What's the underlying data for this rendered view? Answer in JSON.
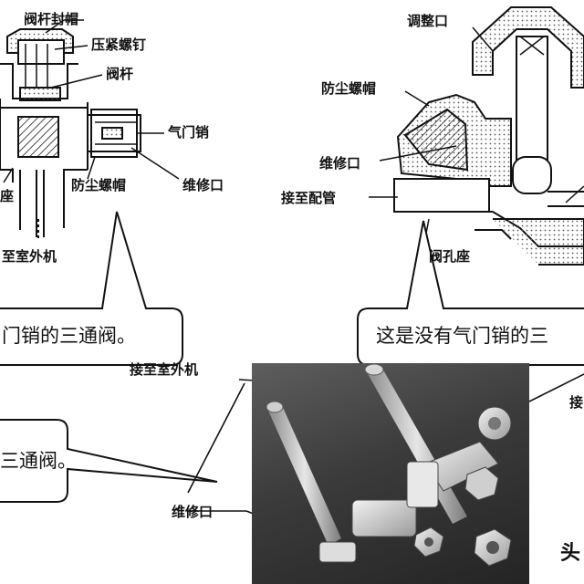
{
  "left_diagram": {
    "labels": {
      "valve_stem_cap": "阀杆封帽",
      "compression_screw": "压紧螺钉",
      "valve_stem": "阀杆",
      "valve_pin": "气门销",
      "dust_cap": "防尘螺帽",
      "service_port": "维修口",
      "seat": "座",
      "to_outdoor_unit": "至室外机"
    },
    "caption": "门销的三通阀。"
  },
  "right_diagram": {
    "labels": {
      "adjust_port": "调整口",
      "dust_cap": "防尘螺帽",
      "service_port": "维修口",
      "to_pipe": "接至配管",
      "valve_seat": "阀孔座"
    },
    "caption": "这是没有气门销的三"
  },
  "bottom_left": {
    "caption": "三通阀。"
  },
  "photo": {
    "labels": {
      "to_outdoor_unit": "接至室外机",
      "service_port": "维修口",
      "partial_label": "接",
      "watermark": "头"
    }
  }
}
